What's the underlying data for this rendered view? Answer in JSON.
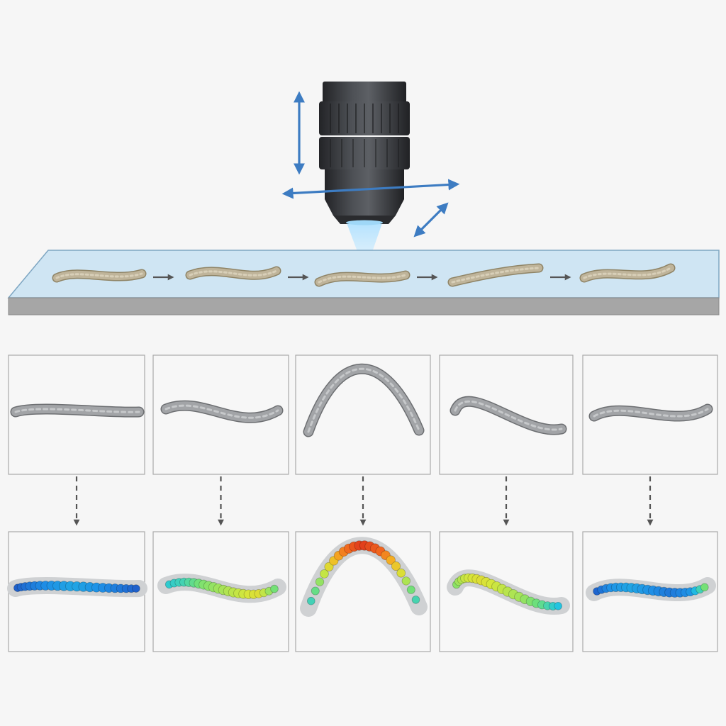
{
  "colors": {
    "background": "#f6f6f6",
    "motion_arrow": "#3d7cc2",
    "objective_body": "#3b3d41",
    "slide_top": "#cfe5f3",
    "slide_edge": "#9a9a9a",
    "worm_live": "#bfb49a",
    "worm_gray": "#a2a4a7",
    "panel_border": "#aaaaaa",
    "flow_arrow": "#555555"
  },
  "icons": {
    "objective": "microscope-objective-icon",
    "stage_axes": "xyz-axis-arrows-icon",
    "worm": "worm-icon",
    "neuron": "neuron-dot-icon"
  },
  "colormap": [
    "#1e3fb8",
    "#1f8fe6",
    "#22c7e0",
    "#6fe07a",
    "#d6e63a",
    "#f5b623",
    "#f0641e",
    "#d6241a"
  ],
  "frames": [
    {
      "id": 1,
      "activity": [
        0.05,
        0.1,
        0.15,
        0.2,
        0.15,
        0.1,
        0.05
      ]
    },
    {
      "id": 2,
      "activity": [
        0.3,
        0.35,
        0.45,
        0.5,
        0.55,
        0.6,
        0.4
      ]
    },
    {
      "id": 3,
      "activity": [
        0.3,
        0.55,
        0.8,
        0.95,
        0.85,
        0.6,
        0.3
      ]
    },
    {
      "id": 4,
      "activity": [
        0.45,
        0.55,
        0.6,
        0.55,
        0.5,
        0.4,
        0.25
      ]
    },
    {
      "id": 5,
      "activity": [
        0.05,
        0.15,
        0.2,
        0.15,
        0.1,
        0.15,
        0.5
      ]
    }
  ]
}
